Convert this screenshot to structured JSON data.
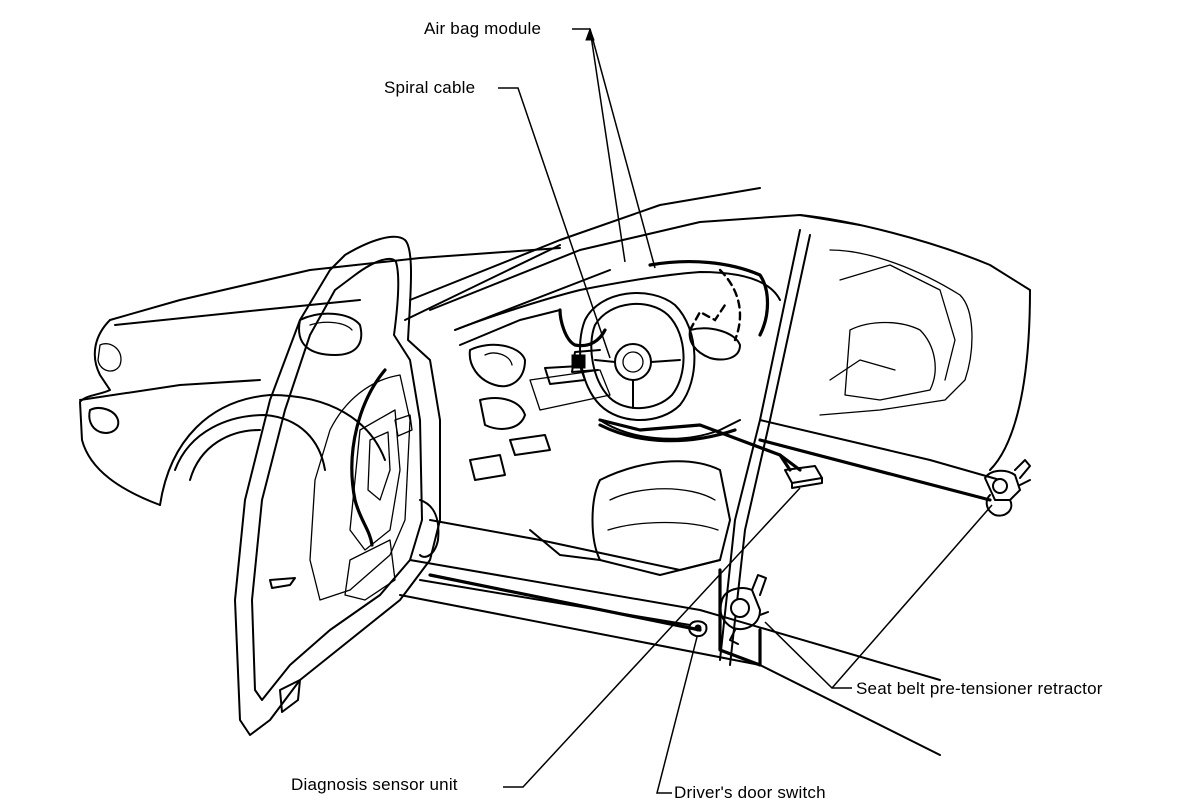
{
  "labels": {
    "air_bag_module": "Air bag module",
    "spiral_cable": "Spiral cable",
    "seat_belt_pretensioner": "Seat belt pre-tensioner retractor",
    "diagnosis_sensor_unit": "Diagnosis sensor unit",
    "drivers_door_switch": "Driver's door switch"
  }
}
